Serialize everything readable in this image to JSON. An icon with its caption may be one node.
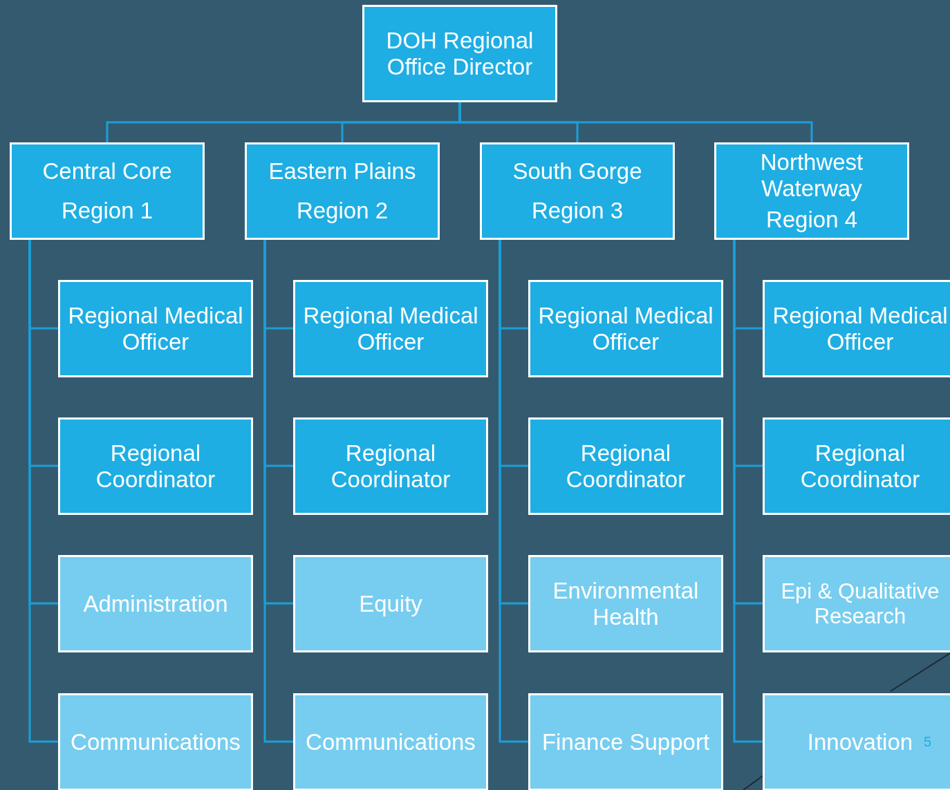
{
  "diagram": {
    "nodes": [
      {
        "text": [
          "DOH Regional Office Director"
        ]
      },
      {
        "text": [
          "Central Core",
          "Region 1"
        ]
      },
      {
        "text": [
          "Eastern Plains",
          "Region 2"
        ]
      },
      {
        "text": [
          "South Gorge",
          "Region 3"
        ]
      },
      {
        "text": [
          "Northwest Waterway",
          "Region 4"
        ]
      },
      {
        "text": [
          "Regional Medical Officer"
        ]
      },
      {
        "text": [
          "Regional Coordinator"
        ]
      },
      {
        "text": [
          "Administration"
        ]
      },
      {
        "text": [
          "Communications"
        ]
      },
      {
        "text": [
          "Regional Medical Officer"
        ]
      },
      {
        "text": [
          "Regional Coordinator"
        ]
      },
      {
        "text": [
          "Equity"
        ]
      },
      {
        "text": [
          "Communications"
        ]
      },
      {
        "text": [
          "Regional Medical Officer"
        ]
      },
      {
        "text": [
          "Regional Coordinator"
        ]
      },
      {
        "text": [
          "Environmental Health"
        ]
      },
      {
        "text": [
          "Finance Support"
        ]
      },
      {
        "text": [
          "Regional Medical Officer"
        ]
      },
      {
        "text": [
          "Regional Coordinator"
        ]
      },
      {
        "text": [
          "Epi & Qualitative Research"
        ]
      },
      {
        "text": [
          "Innovation"
        ]
      }
    ],
    "edges": [
      {
        "from": 0,
        "to": 1,
        "arrow": "none"
      },
      {
        "from": 0,
        "to": 2,
        "arrow": "none"
      },
      {
        "from": 0,
        "to": 3,
        "arrow": "none"
      },
      {
        "from": 0,
        "to": 4,
        "arrow": "none"
      },
      {
        "from": 1,
        "to": 5,
        "arrow": "none"
      },
      {
        "from": 1,
        "to": 6,
        "arrow": "none"
      },
      {
        "from": 1,
        "to": 7,
        "arrow": "none"
      },
      {
        "from": 1,
        "to": 8,
        "arrow": "none"
      },
      {
        "from": 2,
        "to": 9,
        "arrow": "none"
      },
      {
        "from": 2,
        "to": 10,
        "arrow": "none"
      },
      {
        "from": 2,
        "to": 11,
        "arrow": "none"
      },
      {
        "from": 2,
        "to": 12,
        "arrow": "none"
      },
      {
        "from": 3,
        "to": 13,
        "arrow": "none"
      },
      {
        "from": 3,
        "to": 14,
        "arrow": "none"
      },
      {
        "from": 3,
        "to": 15,
        "arrow": "none"
      },
      {
        "from": 3,
        "to": 16,
        "arrow": "none"
      },
      {
        "from": 4,
        "to": 17,
        "arrow": "none"
      },
      {
        "from": 4,
        "to": 18,
        "arrow": "none"
      },
      {
        "from": 4,
        "to": 19,
        "arrow": "none"
      },
      {
        "from": 4,
        "to": 20,
        "arrow": "none"
      }
    ],
    "labels": [
      "5"
    ]
  }
}
